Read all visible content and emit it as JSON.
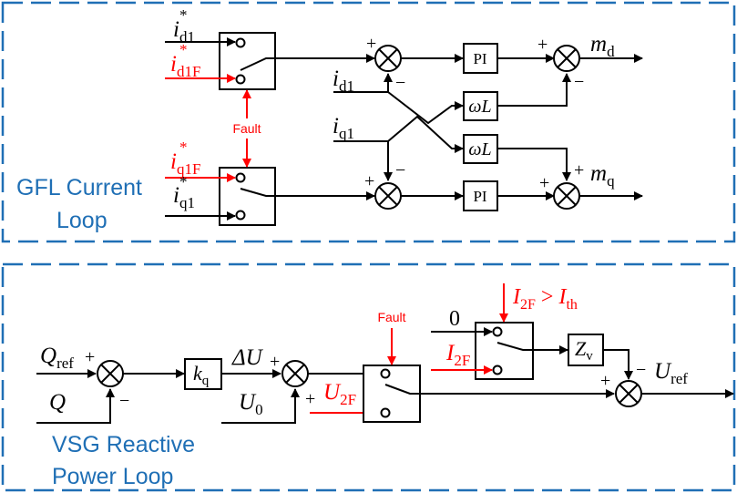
{
  "colors": {
    "signal": "#000000",
    "fault": "#ff0000",
    "frame": "#1f6fb5"
  },
  "gfl": {
    "title_line1": "GFL Current",
    "title_line2": "Loop",
    "id_ref": {
      "base": "i",
      "sub": "d1",
      "sup": "*"
    },
    "id_ref_fault": {
      "base": "i",
      "sub": "d1F",
      "sup": "*"
    },
    "iq_ref_fault": {
      "base": "i",
      "sub": "q1F",
      "sup": "*"
    },
    "iq_ref": {
      "base": "i",
      "sub": "q1",
      "sup": "*"
    },
    "fault_label": "Fault",
    "id_fb": {
      "base": "i",
      "sub": "d1"
    },
    "iq_fb": {
      "base": "i",
      "sub": "q1"
    },
    "pi_label": "PI",
    "wl_label": "ωL",
    "md": {
      "base": "m",
      "sub": "d"
    },
    "mq": {
      "base": "m",
      "sub": "q"
    },
    "plus": "+",
    "minus": "−"
  },
  "vsg": {
    "title_line1": "VSG Reactive",
    "title_line2": "Power Loop",
    "qref": {
      "base": "Q",
      "sub": "ref"
    },
    "q": "Q",
    "kq": {
      "base": "k",
      "sub": "q"
    },
    "du": "ΔU",
    "u0": {
      "base": "U",
      "sub": "0"
    },
    "u2f": {
      "base": "U",
      "sub": "2F"
    },
    "fault_label": "Fault",
    "zero": "0",
    "i2f": {
      "base": "I",
      "sub": "2F"
    },
    "cond": {
      "a": "I",
      "a_sub": "2F",
      "op": " > ",
      "b": "I",
      "b_sub": "th"
    },
    "zv": {
      "base": "Z",
      "sub": "v"
    },
    "uref": {
      "base": "U",
      "sub": "ref"
    },
    "plus": "+",
    "minus": "−"
  }
}
